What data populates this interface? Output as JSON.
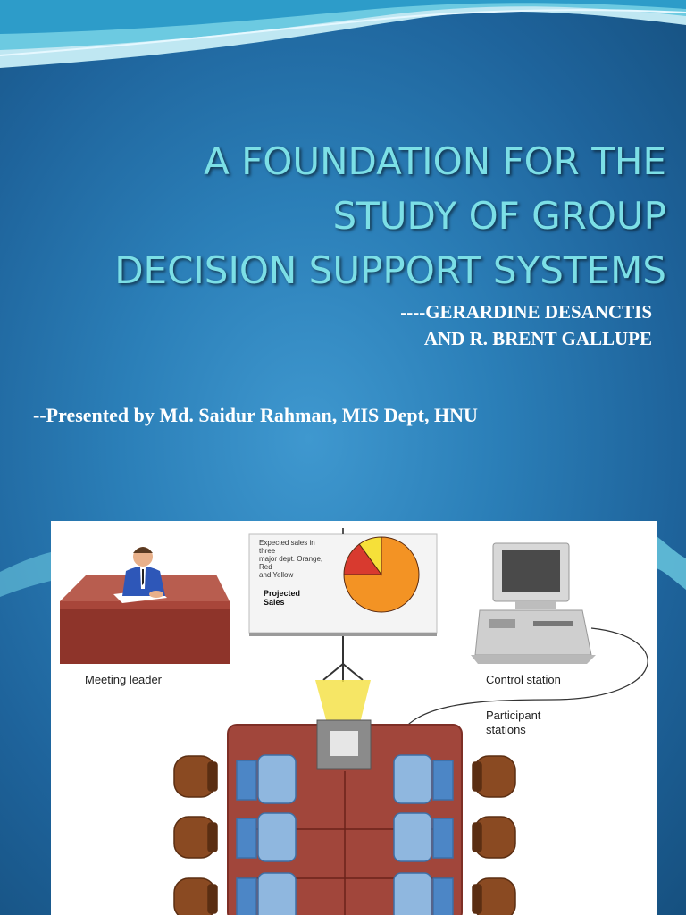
{
  "slide": {
    "title_lines": [
      "A FOUNDATION FOR THE",
      "STUDY OF GROUP",
      "DECISION SUPPORT SYSTEMS"
    ],
    "author_lines": [
      "----GERARDINE DESANCTIS",
      "AND R. BRENT GALLUPE"
    ],
    "presenter": "--Presented by Md. Saidur Rahman, MIS Dept, HNU"
  },
  "figure": {
    "labels": {
      "meeting_leader": "Meeting leader",
      "control_station": "Control station",
      "participant_stations": [
        "Participant",
        "stations"
      ]
    },
    "screen": {
      "note_lines": [
        "Expected sales in three",
        "major dept. Orange, Red",
        "and Yellow"
      ],
      "chart_title_lines": [
        "Projected",
        "Sales"
      ]
    }
  },
  "chart_data": {
    "type": "pie",
    "title": "Projected Sales",
    "categories": [
      "Orange",
      "Red",
      "Yellow"
    ],
    "values": [
      75,
      15,
      10
    ],
    "colors": [
      "#f39324",
      "#d83a2f",
      "#f6e039"
    ]
  },
  "colors": {
    "background": "#2b7fb8",
    "title": "#7cdfe6",
    "text": "#ffffff",
    "table": "#a1463b",
    "chair": "#8a4a22",
    "station": "#8fb7df"
  }
}
